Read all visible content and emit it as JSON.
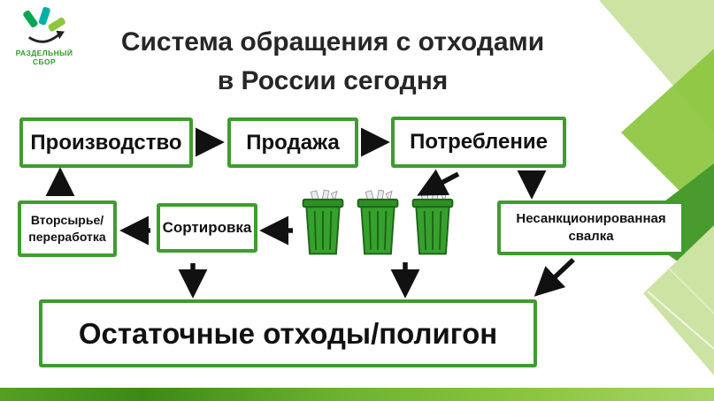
{
  "title": {
    "line1": "Система обращения с отходами",
    "line2": "в России сегодня"
  },
  "logo": {
    "line1": "РАЗДЕЛЬНЫЙ",
    "line2": "СБОР"
  },
  "nodes": {
    "production": "Производство",
    "sale": "Продажа",
    "consumption": "Потребление",
    "recycling": "Вторсырье/\nпереработка",
    "sorting": "Сортировка",
    "dump": "Несанкционированная\nсвалка",
    "landfill": "Остаточные отходы/полигон"
  },
  "icons": {
    "logo_icon": "recycling-bottles-icon",
    "trash_bin": "trash-bin-icon",
    "arrow": "flow-arrow-icon"
  },
  "colors": {
    "box_border_green": "#3f9c2e",
    "bin_green": "#36a12c",
    "deco_light_green": "#cde3a4",
    "deco_mid_green": "#8cc63e",
    "deco_dark_green": "#4a9b2d",
    "bottom_bar_green": "#55a023",
    "arrow_black": "#111111",
    "title_text": "#262626",
    "logo_text_green": "#2e9e28"
  }
}
